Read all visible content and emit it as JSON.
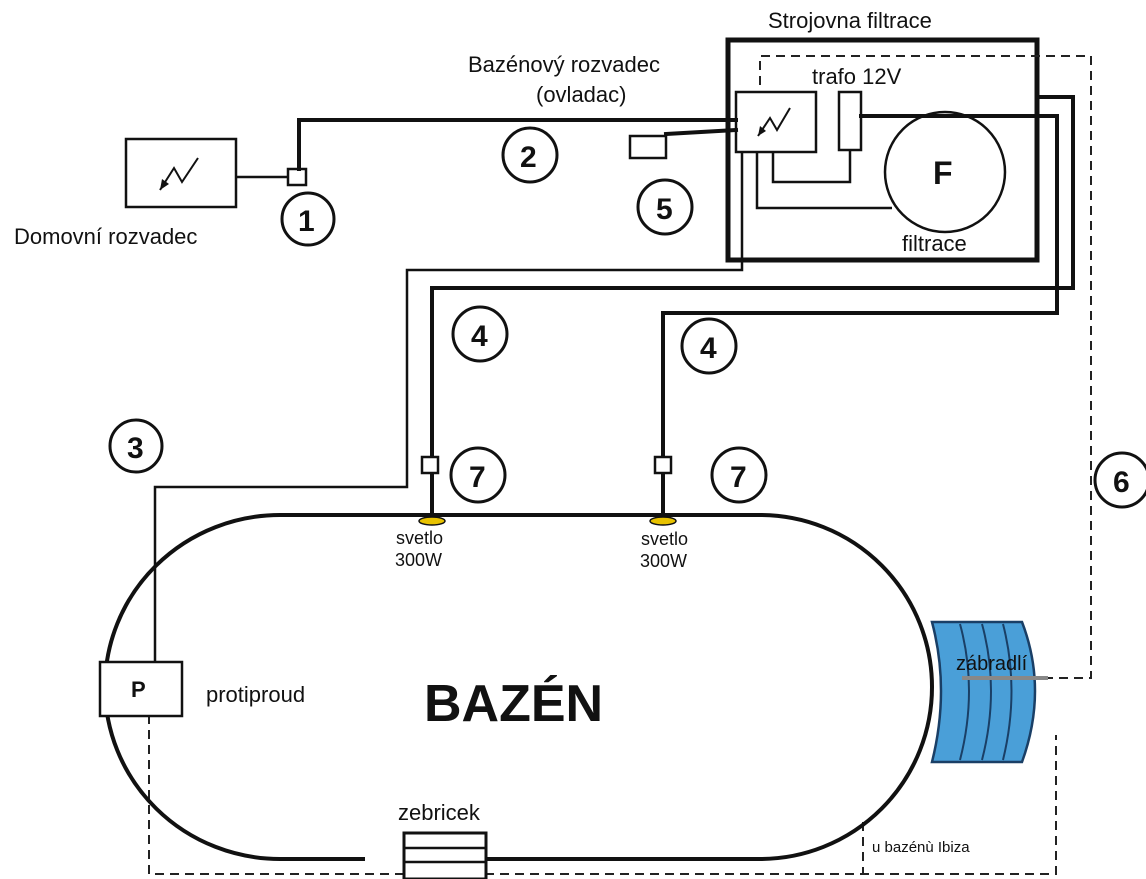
{
  "labels": {
    "strojovna": "Strojovna filtrace",
    "rozvadec_line1": "Bazénový rozvadec",
    "rozvadec_line2": "(ovladac)",
    "trafo": "trafo 12V",
    "filter_letter": "F",
    "filtrace": "filtrace",
    "domovni": "Domovní rozvadec",
    "svetlo": "svetlo",
    "power": "300W",
    "pump_letter": "P",
    "protiproud": "protiproud",
    "pool": "BAZÉN",
    "zabradli": "zábradlí",
    "zebricek": "zebricek",
    "ibiza": "u bazénù Ibiza"
  },
  "markers": [
    "1",
    "2",
    "3",
    "4",
    "5",
    "6",
    "7"
  ],
  "colors": {
    "line": "#111111",
    "railing_fill": "#4a9fd8",
    "railing_bar": "#888888",
    "light_fixture": "#e8c200"
  },
  "icons": {
    "distribution_box": "lightning-bolt-icon",
    "filter": "filter-pump-icon"
  }
}
